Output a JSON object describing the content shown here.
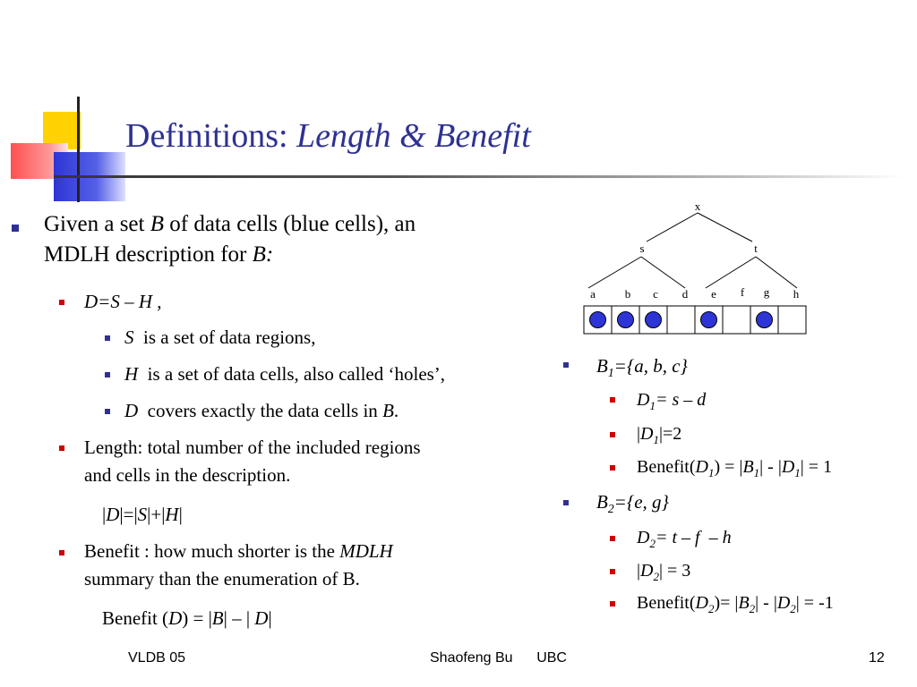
{
  "title": {
    "main": "Definitions: ",
    "italic": "Length & Benefit"
  },
  "left": {
    "bullet1": {
      "t1": "Given a set ",
      "B": "B",
      "t2": " of data cells (blue cells), an",
      "t3": "MDLH description for ",
      "B2": "B:"
    },
    "d_def": "D=S – H ,",
    "s_item": {
      "var": "S",
      "text": "is a set of data regions,"
    },
    "h_item": {
      "var": "H",
      "text": "is a set of data cells, also called ‘holes’,"
    },
    "d_item": {
      "var": "D",
      "text": "covers exactly the data cells in ",
      "B": "B",
      "dot": "."
    },
    "length": {
      "line1": "Length: total number of the included regions",
      "line2": "and cells in the description."
    },
    "length_formula": {
      "p1": "|",
      "D": "D",
      "p2": "|=|",
      "S": "S",
      "p3": "|+|",
      "H": "H",
      "p4": "|"
    },
    "benefit": {
      "line1a": "Benefit : how much shorter is the ",
      "mdlh": "MDLH",
      "line2": "summary than the enumeration of B."
    },
    "benefit_formula": {
      "p1": "Benefit (",
      "D": "D",
      "p2": ") = |",
      "B": "B",
      "p3": "| – | ",
      "D2": "D",
      "p4": "|"
    }
  },
  "tree": {
    "root": "x",
    "internal": [
      "s",
      "t"
    ],
    "leaves": [
      "a",
      "b",
      "c",
      "d",
      "e",
      "f",
      "g",
      "h"
    ],
    "filled": [
      true,
      true,
      true,
      false,
      true,
      false,
      true,
      false
    ],
    "fill_color": "#2e35d6"
  },
  "right": {
    "b1": {
      "B": "B",
      "sub": "1",
      "rest": "={a, b, c}"
    },
    "d1": {
      "D": "D",
      "sub": "1",
      "rest": "= s – d"
    },
    "d1len": {
      "p1": "|",
      "D": "D",
      "sub": "1",
      "p2": "|=2"
    },
    "benefit1": {
      "p1": "Benefit(",
      "D": "D",
      "sub": "1",
      "p2": ") = |",
      "B": "B",
      "sub2": "1",
      "p3": "| - |",
      "D2": "D",
      "sub3": "1",
      "p4": "| = 1"
    },
    "b2": {
      "B": "B",
      "sub": "2",
      "rest": "={e, g}"
    },
    "d2": {
      "D": "D",
      "sub": "2",
      "rest": "= t – f  – h"
    },
    "d2len": {
      "p1": "|",
      "D": "D",
      "sub": "2",
      "p2": "| = 3"
    },
    "benefit2": {
      "p1": "Benefit(",
      "D": "D",
      "sub": "2",
      "p2": ")= |",
      "B": "B",
      "sub2": "2",
      "p3": "| - |",
      "D2": "D",
      "sub3": "2",
      "p4": "| = -1"
    }
  },
  "footer": {
    "left": "VLDB 05",
    "center": "Shaofeng Bu      UBC",
    "page": "12"
  },
  "colors": {
    "title": "#2e3192",
    "bullet_blue": "#2e3192",
    "bullet_red": "#cc0000"
  }
}
